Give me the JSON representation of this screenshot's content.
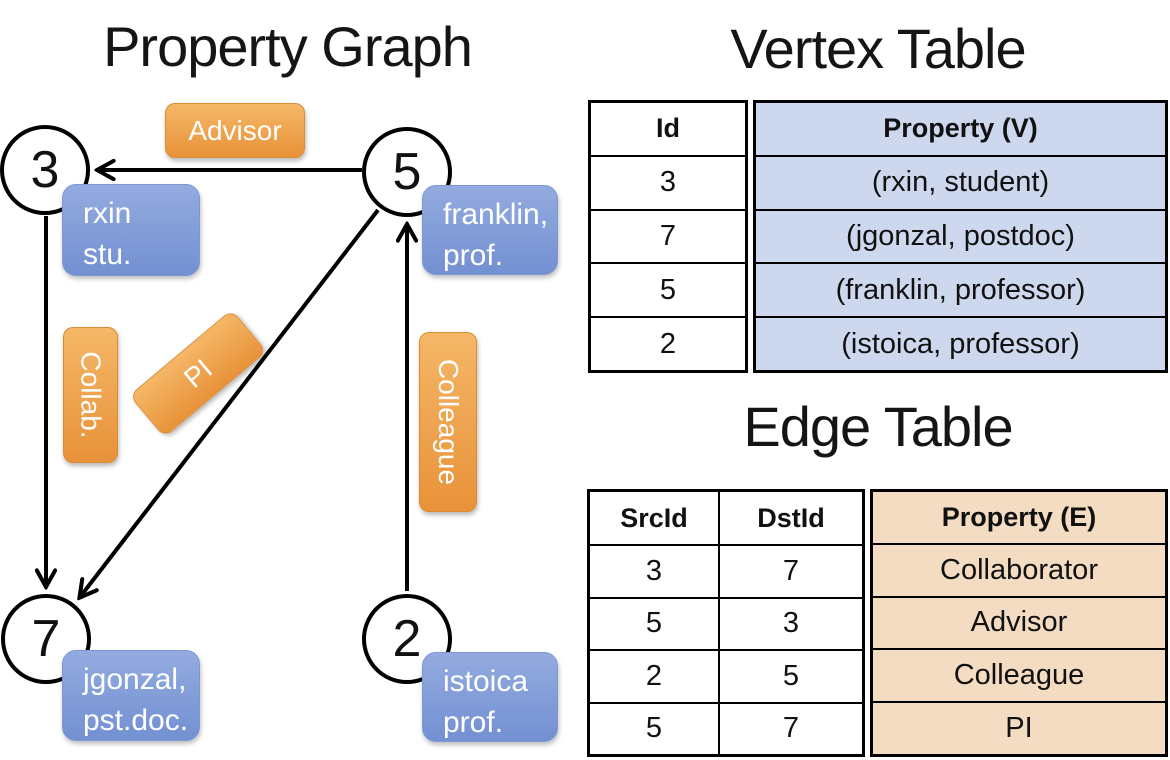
{
  "titles": {
    "graph": "Property Graph",
    "vertex": "Vertex Table",
    "edge": "Edge Table"
  },
  "graph": {
    "nodes": [
      {
        "id": "3"
      },
      {
        "id": "5"
      },
      {
        "id": "7"
      },
      {
        "id": "2"
      }
    ],
    "node_labels": [
      {
        "line1": "rxin",
        "line2": "stu."
      },
      {
        "line1": "franklin,",
        "line2": "prof."
      },
      {
        "line1": "jgonzal,",
        "line2": "pst.doc."
      },
      {
        "line1": "istoica",
        "line2": "prof."
      }
    ],
    "edge_labels": [
      {
        "label": "Advisor"
      },
      {
        "label": "Collab."
      },
      {
        "label": "PI"
      },
      {
        "label": "Colleague"
      }
    ],
    "edges": [
      {
        "src": "5",
        "dst": "3",
        "label": "Advisor"
      },
      {
        "src": "3",
        "dst": "7",
        "label": "Collab."
      },
      {
        "src": "5",
        "dst": "7",
        "label": "PI"
      },
      {
        "src": "2",
        "dst": "5",
        "label": "Colleague"
      }
    ]
  },
  "vertex_table": {
    "headers": {
      "id": "Id",
      "property": "Property (V)"
    },
    "rows": [
      {
        "id": "3",
        "property": "(rxin, student)"
      },
      {
        "id": "7",
        "property": "(jgonzal, postdoc)"
      },
      {
        "id": "5",
        "property": "(franklin, professor)"
      },
      {
        "id": "2",
        "property": "(istoica, professor)"
      }
    ]
  },
  "edge_table": {
    "headers": {
      "src": "SrcId",
      "dst": "DstId",
      "property": "Property (E)"
    },
    "rows": [
      {
        "src": "3",
        "dst": "7",
        "property": "Collaborator"
      },
      {
        "src": "5",
        "dst": "3",
        "property": "Advisor"
      },
      {
        "src": "2",
        "dst": "5",
        "property": "Colleague"
      },
      {
        "src": "5",
        "dst": "7",
        "property": "PI"
      }
    ]
  },
  "colors": {
    "orange_top": "#f5b767",
    "orange_bottom": "#e89239",
    "orange_border": "#d98c33",
    "blue_top": "#93abdf",
    "blue_bottom": "#7390d2",
    "blue_border": "#7d97d4",
    "vertex_cell": "#cdd8ee",
    "edge_cell": "#f3dcc1"
  }
}
